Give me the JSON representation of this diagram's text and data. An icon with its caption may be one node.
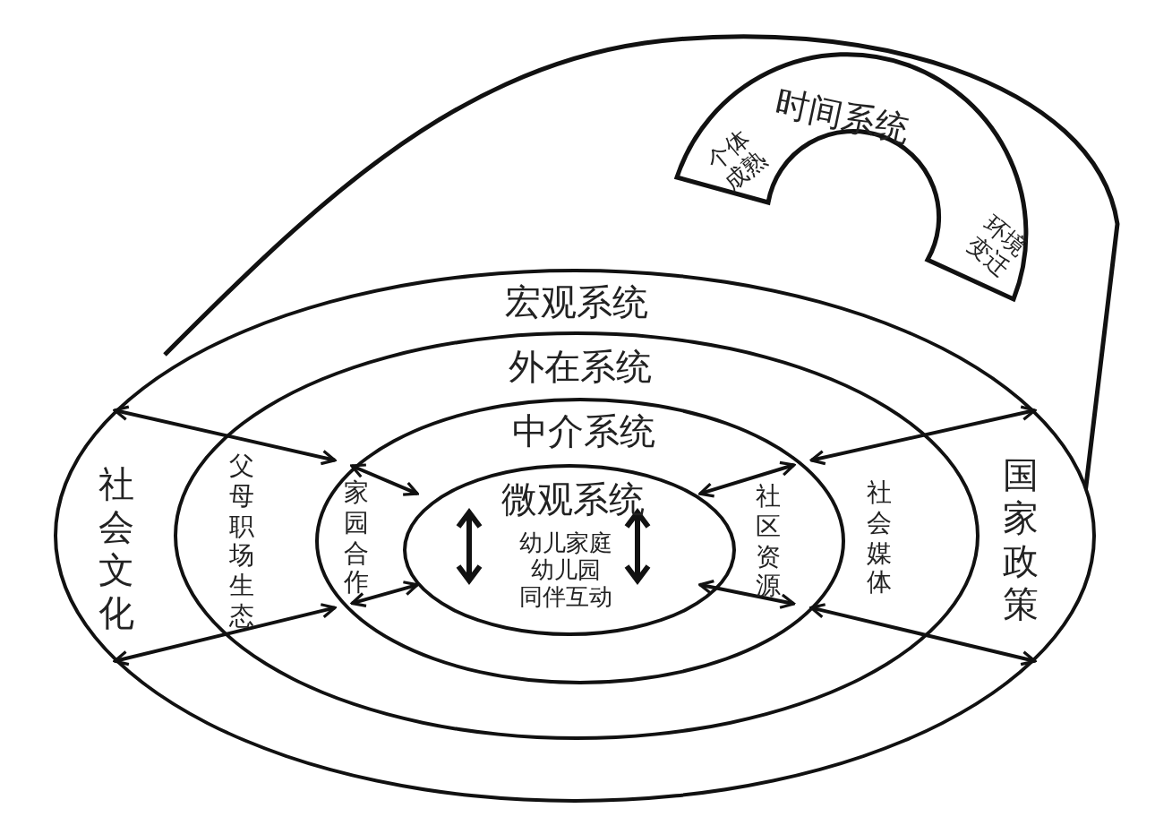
{
  "diagram": {
    "nodes": [
      {
        "text": [],
        "shape": "cylinder"
      },
      {
        "text": [
          "时间系统",
          "个体成熟",
          "环境变迁"
        ],
        "in": 0
      },
      {
        "text": [
          "宏观系统",
          "社会文化",
          "国家政策"
        ],
        "in": 0
      },
      {
        "text": [
          "外在系统",
          "父母职场生态",
          "社会媒体"
        ],
        "in": 2
      },
      {
        "text": [
          "中介系统",
          "家园合作",
          "社区资源"
        ],
        "in": 3
      },
      {
        "text": [
          "微观系统",
          "幼儿家庭",
          "幼儿园",
          "同伴互动"
        ],
        "in": 4
      }
    ],
    "edges": [
      {
        "from": 2,
        "to": 4,
        "arrow": "both"
      },
      {
        "from": 4,
        "to": 5,
        "arrow": "both"
      },
      {
        "from": 2,
        "to": 4,
        "arrow": "both"
      },
      {
        "from": 4,
        "to": 5,
        "arrow": "both"
      },
      {
        "from": 2,
        "to": 4,
        "arrow": "both"
      },
      {
        "from": 4,
        "to": 5,
        "arrow": "both"
      },
      {
        "from": 2,
        "to": 4,
        "arrow": "both"
      },
      {
        "from": 4,
        "to": 5,
        "arrow": "both"
      }
    ]
  }
}
